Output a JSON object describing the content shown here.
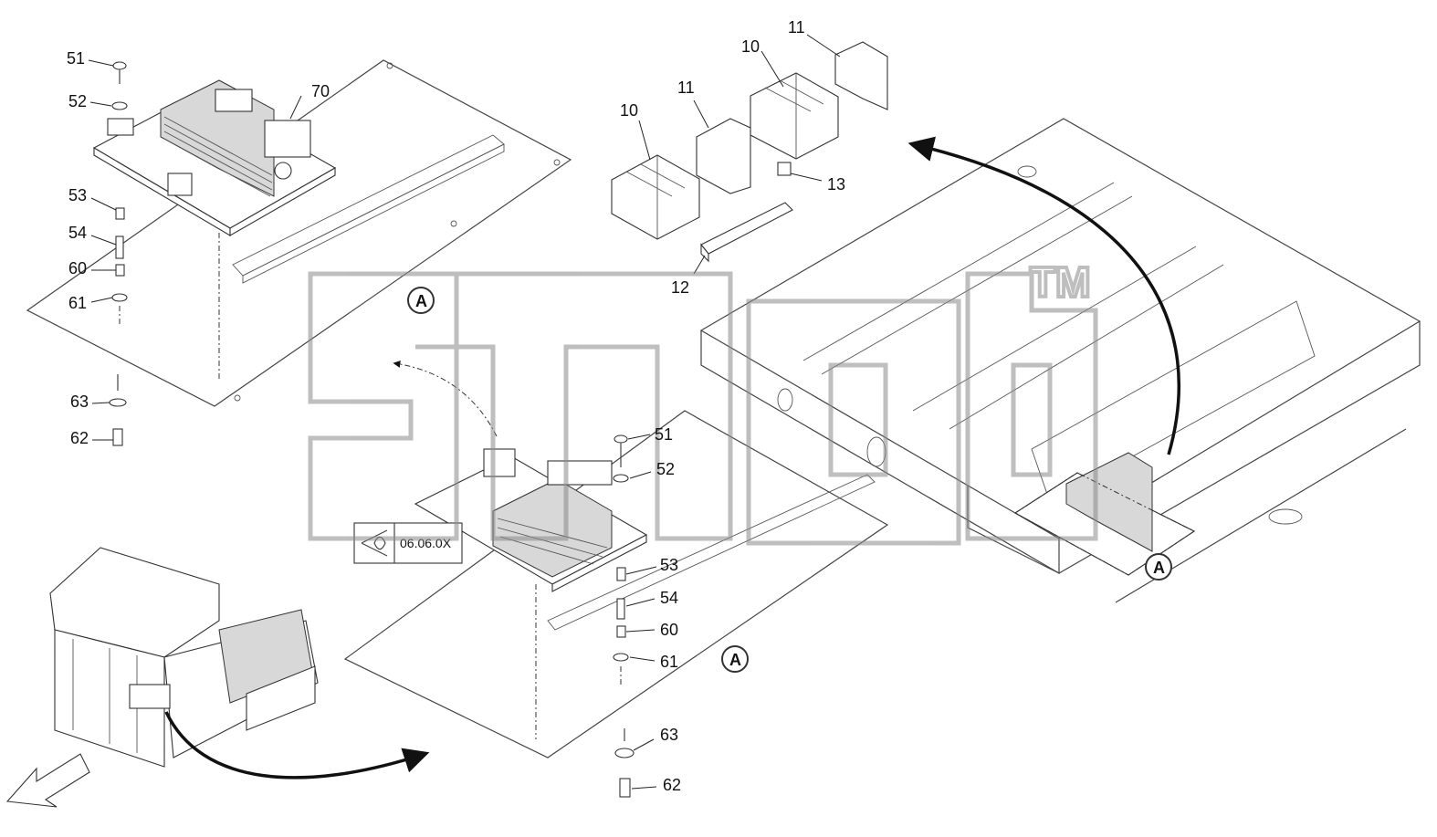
{
  "callouts": {
    "c51a": "51",
    "c52a": "52",
    "c53a": "53",
    "c54a": "54",
    "c60a": "60",
    "c61a": "61",
    "c63a": "63",
    "c62a": "62",
    "c70": "70",
    "c10a": "10",
    "c11a": "11",
    "c10b": "10",
    "c11b": "11",
    "c13": "13",
    "c12": "12",
    "c51b": "51",
    "c52b": "52",
    "c53b": "53",
    "c54b": "54",
    "c60b": "60",
    "c61b": "61",
    "c63b": "63",
    "c62b": "62"
  },
  "detail_marks": {
    "a1": "A",
    "a2": "A",
    "a3": "A"
  },
  "view_reference": "06.06.0X",
  "watermark": {
    "text": "TM",
    "color": "#8a8a8a"
  },
  "icons": [
    "arrow-icon",
    "eye-view-icon",
    "trademark-watermark"
  ]
}
